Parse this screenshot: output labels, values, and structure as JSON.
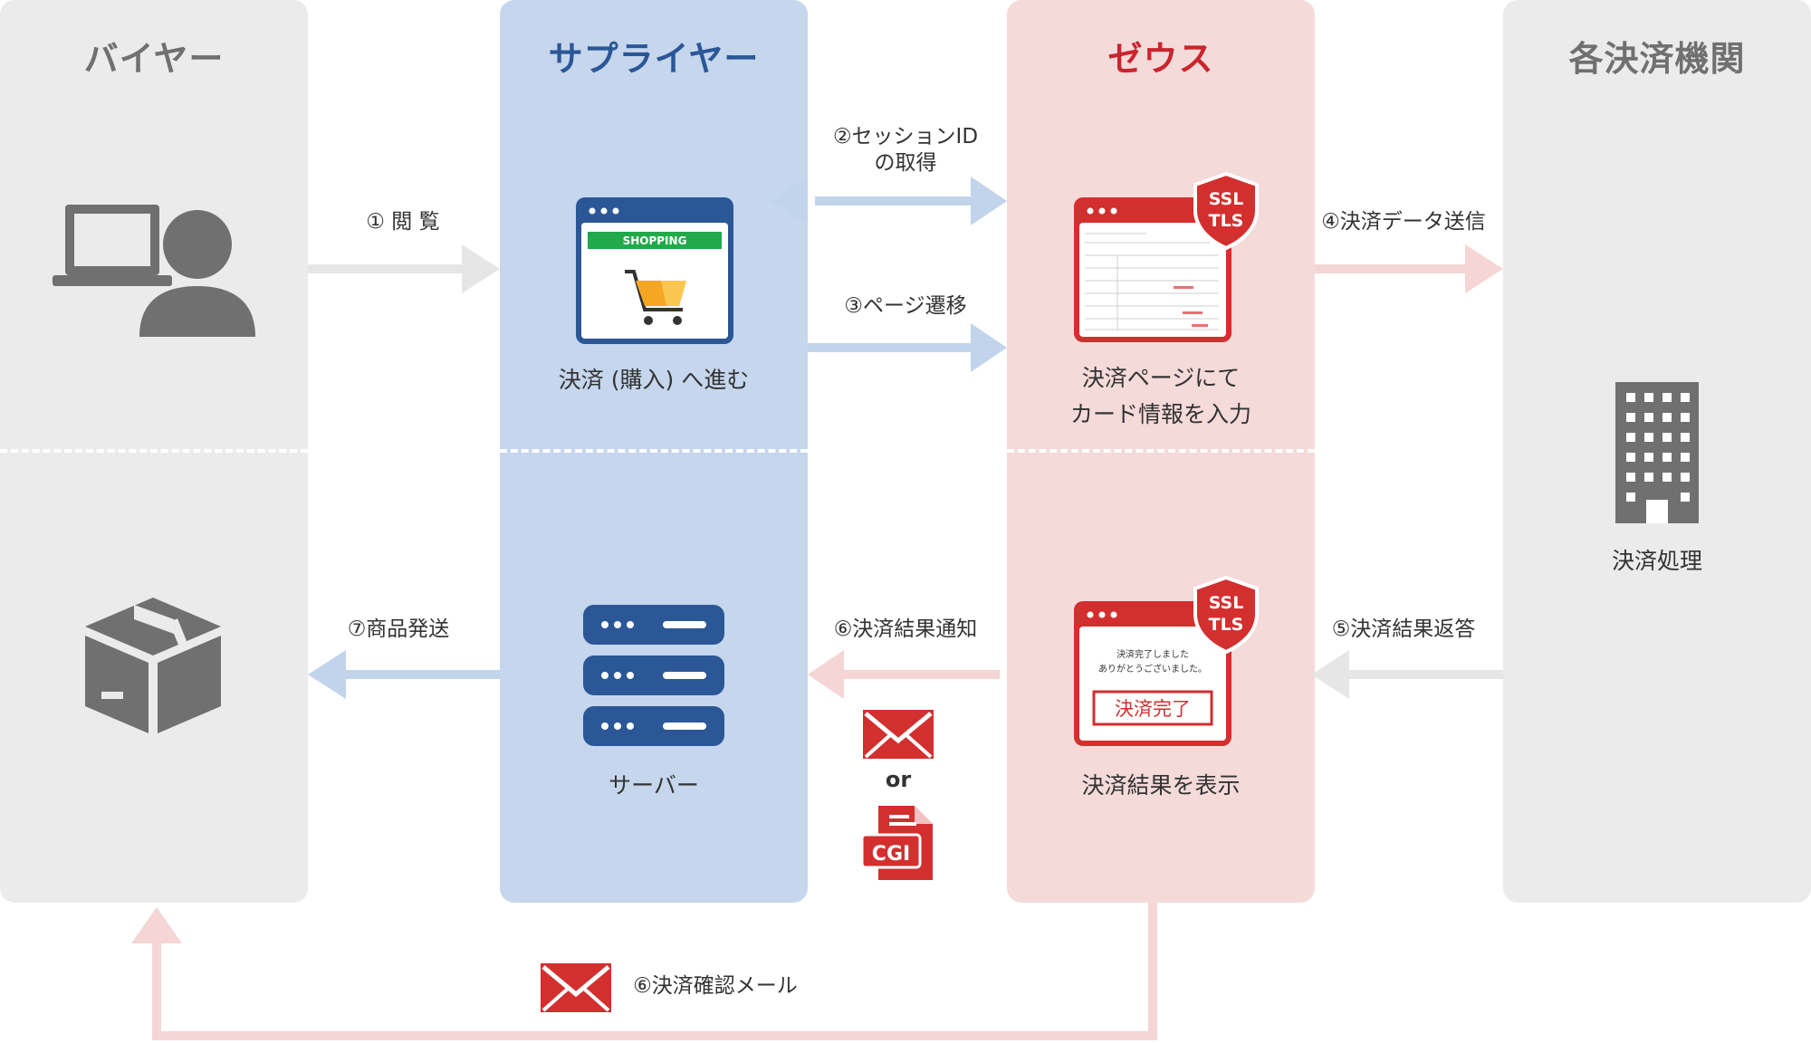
{
  "columns": {
    "buyer": {
      "title": "バイヤー",
      "color": "#707070",
      "bg": "#ebebeb"
    },
    "supplier": {
      "title": "サプライヤー",
      "color": "#2b5797",
      "bg": "#c5d6ed"
    },
    "zeus": {
      "title": "ゼウス",
      "color": "#c9252c",
      "bg": "#f5dada"
    },
    "institution": {
      "title": "各決済機関",
      "color": "#707070",
      "bg": "#ebebeb"
    }
  },
  "nodes": {
    "supplier_top": "決済 (購入) へ進む",
    "shopping_banner": "SHOPPING",
    "zeus_top_line1": "決済ページにて",
    "zeus_top_line2": "カード情報を入力",
    "institution": "決済処理",
    "server": "サーバー",
    "zeus_bottom": "決済結果を表示",
    "complete_msg_line1": "決済完了しました",
    "complete_msg_line2": "ありがとうございました。",
    "complete_button": "決済完了",
    "ssl_line1": "SSL",
    "ssl_line2": "TLS",
    "or_text": "or",
    "cgi_text": "CGI"
  },
  "steps": {
    "s1": "① 閲 覧",
    "s2_line1": "②セッションID",
    "s2_line2": "の取得",
    "s3": "③ページ遷移",
    "s4": "④決済データ送信",
    "s5": "⑤決済結果返答",
    "s6_notify": "⑥決済結果通知",
    "s7": "⑦商品発送",
    "s6_mail": "⑥決済確認メール"
  },
  "colors": {
    "gray_arrow": "#e6e6e6",
    "blue_arrow": "#c2d4ec",
    "pink_arrow": "#f5d5d5",
    "red": "#d32f2f",
    "blue": "#2b5797",
    "icon_gray": "#707070"
  }
}
